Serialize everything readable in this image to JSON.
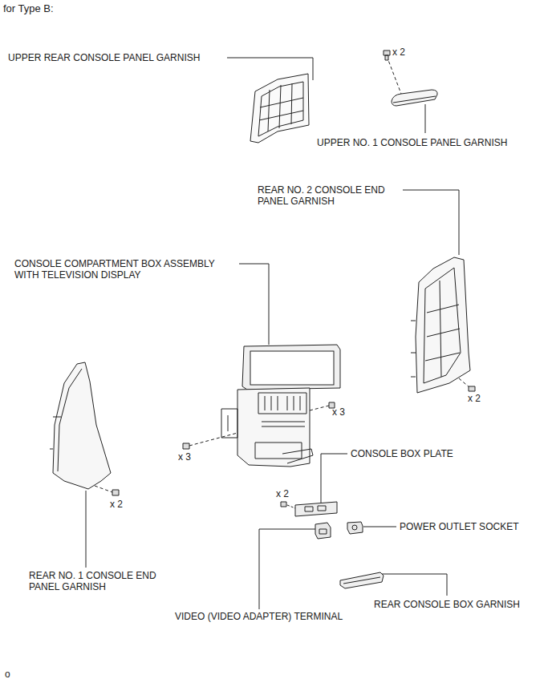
{
  "diagram": {
    "title": "for Type B:",
    "labels": [
      "UPPER REAR CONSOLE PANEL GARNISH",
      "x 2",
      "UPPER NO. 1 CONSOLE PANEL GARNISH",
      "REAR NO. 2 CONSOLE END PANEL GARNISH",
      "CONSOLE COMPARTMENT BOX ASSEMBLY WITH TELEVISION DISPLAY",
      "x 2",
      "x 3",
      "x 3",
      "x 2",
      "REAR NO. 1 CONSOLE END PANEL GARNISH",
      "CONSOLE BOX PLATE",
      "x 2",
      "POWER OUTLET SOCKET",
      "REAR CONSOLE BOX GARNISH",
      "VIDEO (VIDEO ADAPTER) TERMINAL",
      "o"
    ]
  }
}
